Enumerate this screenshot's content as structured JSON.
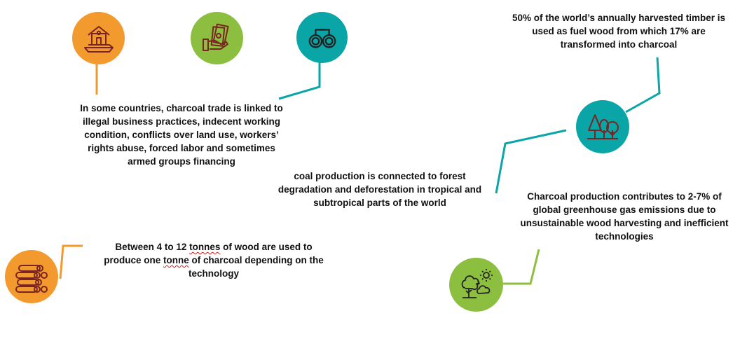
{
  "colors": {
    "orange": "#f29a2e",
    "green": "#8cbf3f",
    "teal": "#0aa5a6",
    "icon_dark": "#7a2323"
  },
  "icons": {
    "building": "building-icon",
    "money": "money-hand-icon",
    "handcuffs": "handcuffs-icon",
    "trees": "trees-icon",
    "logs": "log-pile-icon",
    "weather_tree": "tree-sun-cloud-icon"
  },
  "texts": {
    "social_issues": "In some countries, charcoal trade is linked to\nillegal business practices, indecent working\ncondition, conflicts over land use, workers’\nrights abuse, forced labor and sometimes\narmed groups financing",
    "fuel_wood": "50% of the world’s annually harvested timber is\nused as fuel wood from which 17% are\ntransformed into charcoal",
    "deforestation": "coal production is connected to forest\ndegradation and deforestation in tropical and\nsubtropical parts of the world",
    "emissions": "Charcoal production contributes to 2-7% of\nglobal greenhouse gas emissions due to\nunsustainable wood harvesting and inefficient\ntechnologies",
    "wood_tonnes": {
      "line1_a": "Between 4 to 12 ",
      "line1_flag": "tonnes",
      "line1_b": " of wood are used to",
      "line2_a": "produce one ",
      "line2_flag": "tonne",
      "line2_b": " of charcoal depending on the",
      "line3": "technology"
    }
  }
}
